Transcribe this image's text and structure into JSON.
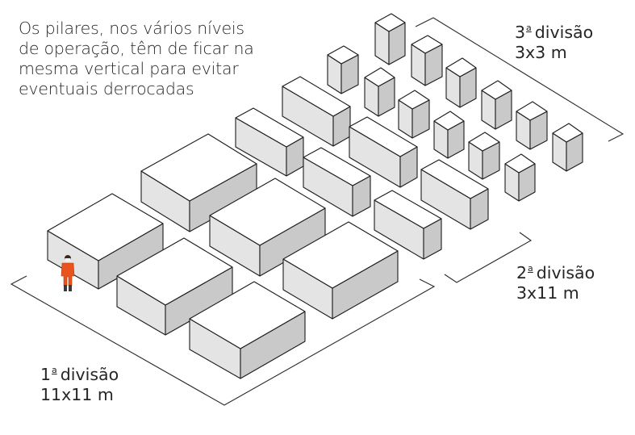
{
  "caption": {
    "lines": [
      "Os pilares, nos vários níveis",
      "de operação, têm de ficar na",
      "mesma vertical para evitar",
      "eventuais derrocadas"
    ]
  },
  "divisions": [
    {
      "number": "1",
      "ordinal": "a",
      "word": "divisão",
      "size": "11x11 m"
    },
    {
      "number": "2",
      "ordinal": "a",
      "word": "divisão",
      "size": "3x11 m"
    },
    {
      "number": "3",
      "ordinal": "a",
      "word": "divisão",
      "size": "3x3 m"
    }
  ],
  "figure": {
    "icon": "worker-figure-icon",
    "color": "#e8531e"
  },
  "colors": {
    "top_face": "#ffffff",
    "left_face": "#e4e4e4",
    "right_face": "#c9c9c9",
    "outline": "#1c1c1c"
  }
}
